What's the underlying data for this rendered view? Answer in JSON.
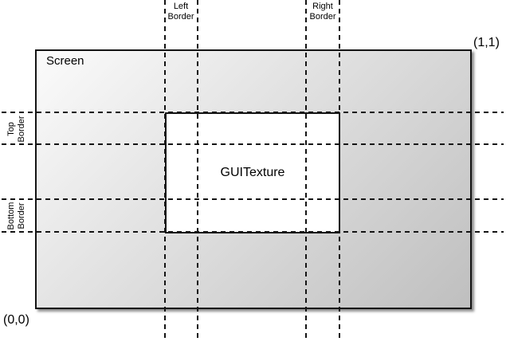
{
  "screen_label": "Screen",
  "texture_label": "GUITexture",
  "origin_label": "(0,0)",
  "unit_label": "(1,1)",
  "border_labels": {
    "left": {
      "line1": "Left",
      "line2": "Border"
    },
    "right": {
      "line1": "Right",
      "line2": "Border"
    },
    "top": {
      "line1": "Top",
      "line2": "Border"
    },
    "bottom": {
      "line1": "Bottom",
      "line2": "Border"
    }
  },
  "colors": {
    "line_color": "#141414",
    "screen_gradient_start": "#fbfbfb",
    "screen_gradient_end": "#bfbfbf",
    "texture_fill": "#ffffff",
    "page_background": "#ffffff",
    "text_color": "#000000"
  }
}
